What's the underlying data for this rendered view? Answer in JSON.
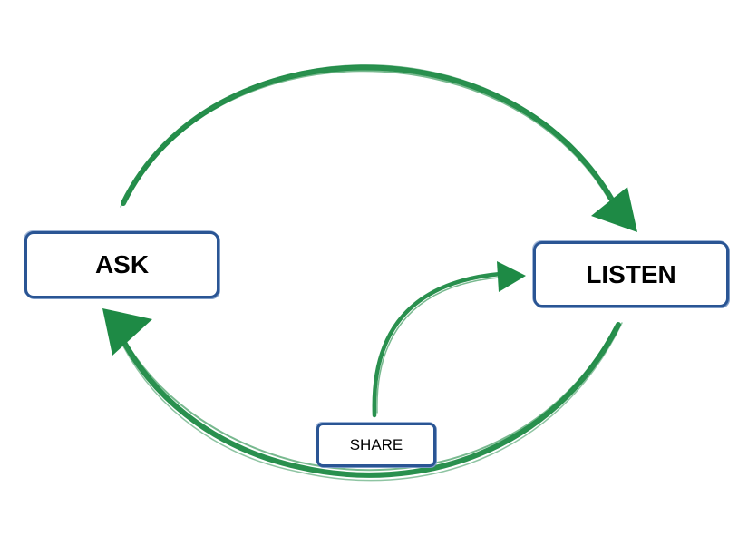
{
  "nodes": {
    "ask": {
      "label": "ASK"
    },
    "listen": {
      "label": "LISTEN"
    },
    "share": {
      "label": "SHARE"
    }
  },
  "colors": {
    "arrow": "#1e8a45",
    "box_border": "#2a5594",
    "background": "#ffffff"
  },
  "edges": [
    {
      "from": "ask",
      "to": "listen"
    },
    {
      "from": "listen",
      "to": "ask"
    },
    {
      "from": "share",
      "to": "listen"
    }
  ]
}
